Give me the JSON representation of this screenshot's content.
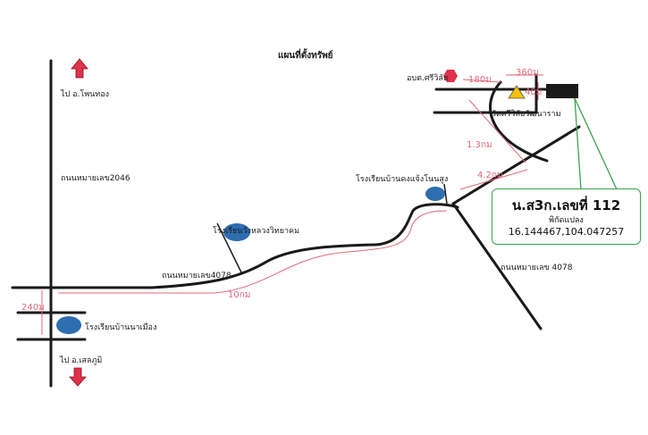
{
  "title": "แผนที่ตั้งทรัพย์",
  "labels": {
    "north_dest": "ไป อ.โพนทอง",
    "south_dest": "ไป อ.เสลภูมิ",
    "road_2046": "ถนนหมายเลข2046",
    "road_4078_west": "ถนนหมายเลข4078",
    "road_4078_south": "ถนนหมายเลข 4078",
    "school_wanglaung": "โรงเรียนวังหลวงวิทยาคม",
    "school_khongchaeng": "โรงเรียนบ้านคงแจ้งโนนสูง",
    "school_namueang": "โรงเรียนบ้านนาเมือง",
    "police_station": "อบต.ศรีวิลัย",
    "temple": "วัดศรีวิลัยวัฒนาราม"
  },
  "distances": {
    "d_240": "240ม",
    "d_10km": "10กม",
    "d_1_3km": "1.3กม",
    "d_4_2km": "4.2กม",
    "d_180": "180ม",
    "d_360": "360ม",
    "d_40": "40ม"
  },
  "info_box": {
    "deed": "น.ส3ก.เลขที่ 112",
    "caption": "พิกัดแปลง",
    "coordinates": "16.144467,104.047257"
  },
  "colors": {
    "road": "#1a1a1a",
    "route": "#e06a7a",
    "school_marker": "#2e6db0",
    "police_marker": "#e0324a",
    "temple_marker": "#f2c200",
    "plot_marker": "#1a1a1a",
    "callout": "#3aa24a",
    "arrow": "#e0324a"
  },
  "icons": {
    "north_arrow": "up-arrow-icon",
    "south_arrow": "down-arrow-icon",
    "school": "school-circle-icon",
    "police": "hexagon-icon",
    "temple": "triangle-icon",
    "plot": "rectangle-icon"
  }
}
